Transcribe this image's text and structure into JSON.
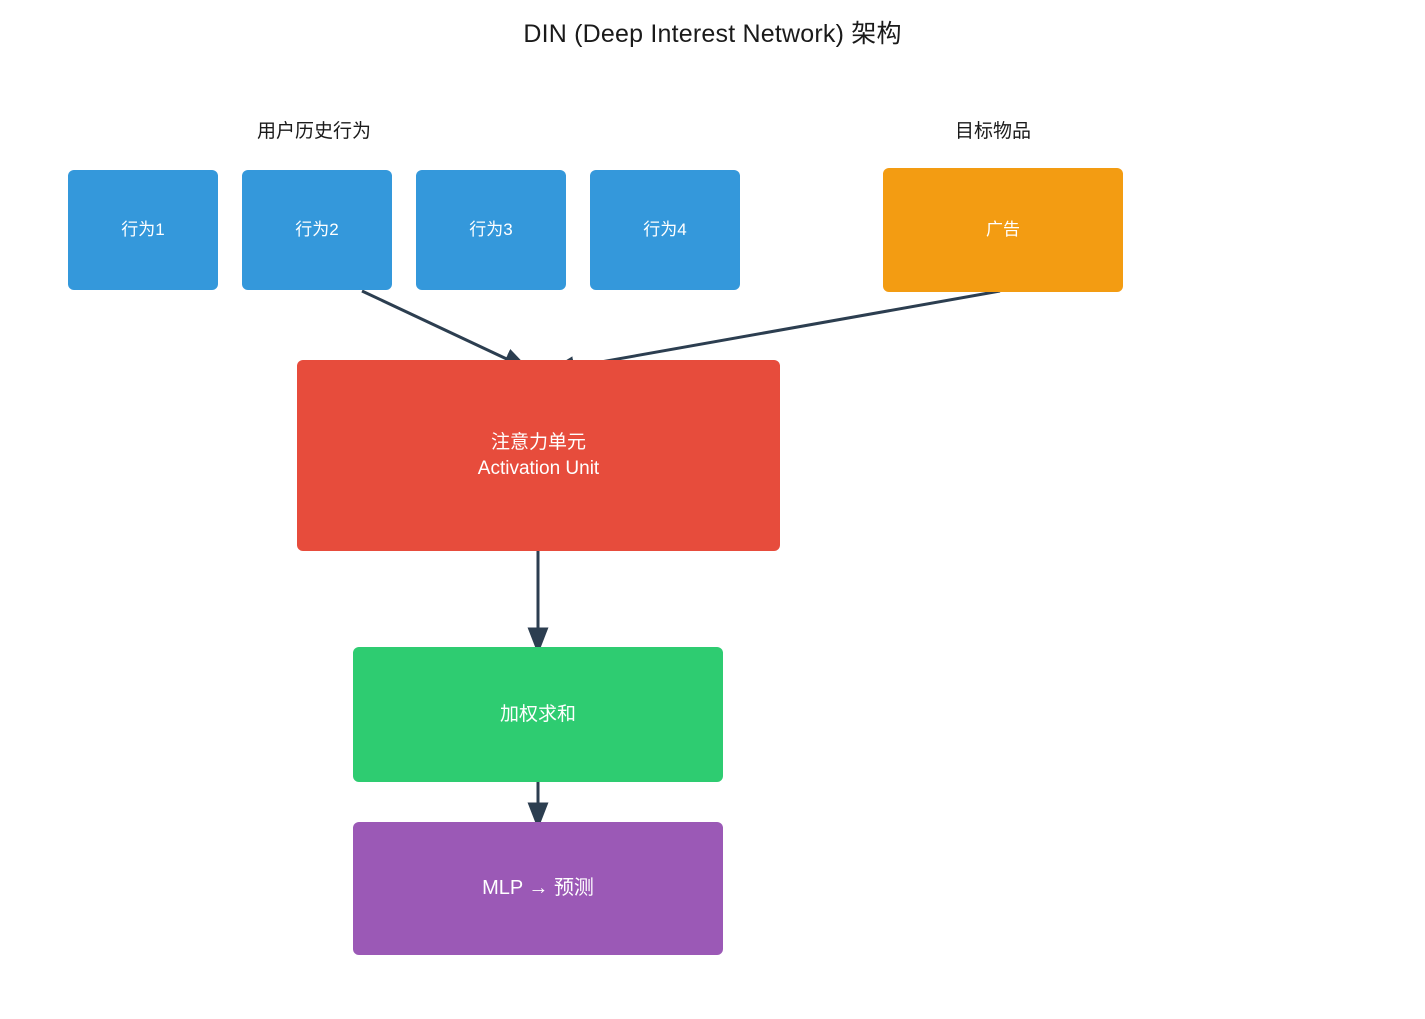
{
  "diagram": {
    "title": "DIN (Deep Interest Network) 架构",
    "background": "#ffffff",
    "edge_color": "#2c3e50",
    "type": "flowchart"
  },
  "groups": {
    "behaviors_label": "用户历史行为",
    "target_label": "目标物品"
  },
  "nodes": {
    "behavior1": {
      "label": "行为1",
      "color": "#3498db"
    },
    "behavior2": {
      "label": "行为2",
      "color": "#3498db"
    },
    "behavior3": {
      "label": "行为3",
      "color": "#3498db"
    },
    "behavior4": {
      "label": "行为4",
      "color": "#3498db"
    },
    "ad": {
      "label": "广告",
      "color": "#f39c12"
    },
    "attention": {
      "label": "注意力单元",
      "sublabel": "Activation Unit",
      "color": "#e74c3c"
    },
    "weighted_sum": {
      "label": "加权求和",
      "color": "#2ecc71"
    },
    "mlp": {
      "label": "MLP → 预测",
      "color": "#9b59b6"
    }
  },
  "edges": [
    {
      "from": "behavior2",
      "to": "attention"
    },
    {
      "from": "ad",
      "to": "attention"
    },
    {
      "from": "attention",
      "to": "weighted_sum"
    },
    {
      "from": "weighted_sum",
      "to": "mlp"
    }
  ]
}
